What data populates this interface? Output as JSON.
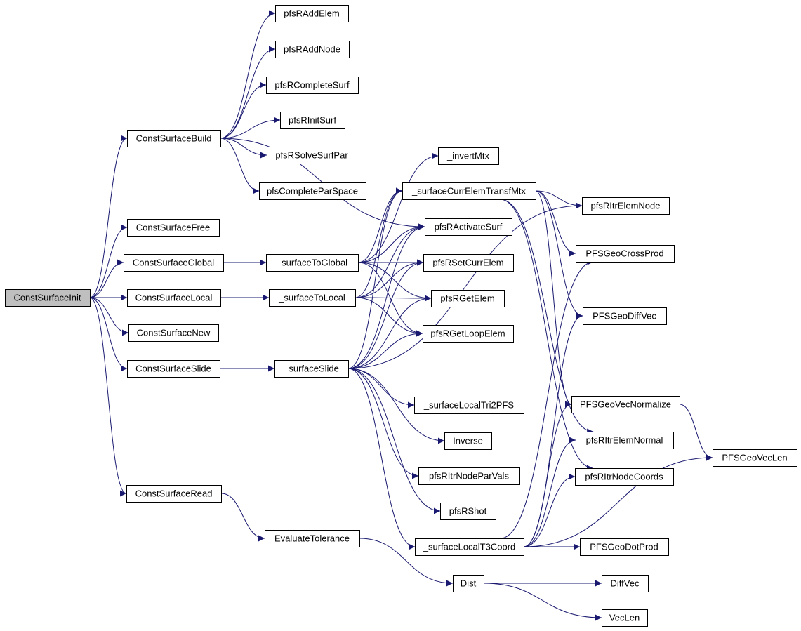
{
  "nodes": [
    {
      "id": "ConstSurfaceInit",
      "label": "ConstSurfaceInit",
      "root": true
    },
    {
      "id": "ConstSurfaceBuild",
      "label": "ConstSurfaceBuild"
    },
    {
      "id": "ConstSurfaceFree",
      "label": "ConstSurfaceFree"
    },
    {
      "id": "ConstSurfaceGlobal",
      "label": "ConstSurfaceGlobal"
    },
    {
      "id": "ConstSurfaceLocal",
      "label": "ConstSurfaceLocal"
    },
    {
      "id": "ConstSurfaceNew",
      "label": "ConstSurfaceNew"
    },
    {
      "id": "ConstSurfaceSlide",
      "label": "ConstSurfaceSlide"
    },
    {
      "id": "ConstSurfaceRead",
      "label": "ConstSurfaceRead"
    },
    {
      "id": "pfsRAddElem",
      "label": "pfsRAddElem"
    },
    {
      "id": "pfsRAddNode",
      "label": "pfsRAddNode"
    },
    {
      "id": "pfsRCompleteSurf",
      "label": "pfsRCompleteSurf"
    },
    {
      "id": "pfsRInitSurf",
      "label": "pfsRInitSurf"
    },
    {
      "id": "pfsRSolveSurfPar",
      "label": "pfsRSolveSurfPar"
    },
    {
      "id": "pfsCompleteParSpace",
      "label": "pfsCompleteParSpace"
    },
    {
      "id": "_surfaceToGlobal",
      "label": "_surfaceToGlobal"
    },
    {
      "id": "_surfaceToLocal",
      "label": "_surfaceToLocal"
    },
    {
      "id": "_surfaceSlide",
      "label": "_surfaceSlide"
    },
    {
      "id": "EvaluateTolerance",
      "label": "EvaluateTolerance"
    },
    {
      "id": "_invertMtx",
      "label": "_invertMtx"
    },
    {
      "id": "_surfaceCurrElemTransfMtx",
      "label": "_surfaceCurrElemTransfMtx"
    },
    {
      "id": "pfsRActivateSurf",
      "label": "pfsRActivateSurf"
    },
    {
      "id": "pfsRSetCurrElem",
      "label": "pfsRSetCurrElem"
    },
    {
      "id": "pfsRGetElem",
      "label": "pfsRGetElem"
    },
    {
      "id": "pfsRGetLoopElem",
      "label": "pfsRGetLoopElem"
    },
    {
      "id": "_surfaceLocalTri2PFS",
      "label": "_surfaceLocalTri2PFS"
    },
    {
      "id": "Inverse",
      "label": "Inverse"
    },
    {
      "id": "pfsRItrNodeParVals",
      "label": "pfsRItrNodeParVals"
    },
    {
      "id": "pfsRShot",
      "label": "pfsRShot"
    },
    {
      "id": "_surfaceLocalT3Coord",
      "label": "_surfaceLocalT3Coord"
    },
    {
      "id": "Dist",
      "label": "Dist"
    },
    {
      "id": "pfsRItrElemNode",
      "label": "pfsRItrElemNode"
    },
    {
      "id": "PFSGeoCrossProd",
      "label": "PFSGeoCrossProd"
    },
    {
      "id": "PFSGeoDiffVec",
      "label": "PFSGeoDiffVec"
    },
    {
      "id": "PFSGeoVecNormalize",
      "label": "PFSGeoVecNormalize"
    },
    {
      "id": "pfsRItrElemNormal",
      "label": "pfsRItrElemNormal"
    },
    {
      "id": "pfsRItrNodeCoords",
      "label": "pfsRItrNodeCoords"
    },
    {
      "id": "PFSGeoDotProd",
      "label": "PFSGeoDotProd"
    },
    {
      "id": "PFSGeoVecLen",
      "label": "PFSGeoVecLen"
    },
    {
      "id": "DiffVec",
      "label": "DiffVec"
    },
    {
      "id": "VecLen",
      "label": "VecLen"
    }
  ],
  "edges": [
    [
      "ConstSurfaceInit",
      "ConstSurfaceBuild"
    ],
    [
      "ConstSurfaceInit",
      "ConstSurfaceFree"
    ],
    [
      "ConstSurfaceInit",
      "ConstSurfaceGlobal"
    ],
    [
      "ConstSurfaceInit",
      "ConstSurfaceLocal"
    ],
    [
      "ConstSurfaceInit",
      "ConstSurfaceNew"
    ],
    [
      "ConstSurfaceInit",
      "ConstSurfaceSlide"
    ],
    [
      "ConstSurfaceInit",
      "ConstSurfaceRead"
    ],
    [
      "ConstSurfaceBuild",
      "pfsRAddElem"
    ],
    [
      "ConstSurfaceBuild",
      "pfsRAddNode"
    ],
    [
      "ConstSurfaceBuild",
      "pfsRCompleteSurf"
    ],
    [
      "ConstSurfaceBuild",
      "pfsRInitSurf"
    ],
    [
      "ConstSurfaceBuild",
      "pfsRSolveSurfPar"
    ],
    [
      "ConstSurfaceBuild",
      "pfsCompleteParSpace"
    ],
    [
      "ConstSurfaceBuild",
      "pfsRActivateSurf"
    ],
    [
      "ConstSurfaceGlobal",
      "_surfaceToGlobal"
    ],
    [
      "ConstSurfaceLocal",
      "_surfaceToLocal"
    ],
    [
      "ConstSurfaceSlide",
      "_surfaceSlide"
    ],
    [
      "ConstSurfaceRead",
      "EvaluateTolerance"
    ],
    [
      "_surfaceToGlobal",
      "_invertMtx"
    ],
    [
      "_surfaceToGlobal",
      "_surfaceCurrElemTransfMtx"
    ],
    [
      "_surfaceToGlobal",
      "pfsRActivateSurf"
    ],
    [
      "_surfaceToGlobal",
      "pfsRSetCurrElem"
    ],
    [
      "_surfaceToGlobal",
      "pfsRGetElem"
    ],
    [
      "_surfaceToGlobal",
      "pfsRGetLoopElem"
    ],
    [
      "_surfaceToLocal",
      "_surfaceCurrElemTransfMtx"
    ],
    [
      "_surfaceToLocal",
      "pfsRActivateSurf"
    ],
    [
      "_surfaceToLocal",
      "pfsRSetCurrElem"
    ],
    [
      "_surfaceToLocal",
      "pfsRGetElem"
    ],
    [
      "_surfaceToLocal",
      "pfsRGetLoopElem"
    ],
    [
      "_surfaceSlide",
      "_surfaceCurrElemTransfMtx"
    ],
    [
      "_surfaceSlide",
      "pfsRActivateSurf"
    ],
    [
      "_surfaceSlide",
      "pfsRSetCurrElem"
    ],
    [
      "_surfaceSlide",
      "pfsRGetElem"
    ],
    [
      "_surfaceSlide",
      "pfsRGetLoopElem"
    ],
    [
      "_surfaceSlide",
      "pfsRItrElemNode"
    ],
    [
      "_surfaceSlide",
      "_surfaceLocalTri2PFS"
    ],
    [
      "_surfaceSlide",
      "Inverse"
    ],
    [
      "_surfaceSlide",
      "pfsRItrNodeParVals"
    ],
    [
      "_surfaceSlide",
      "pfsRShot"
    ],
    [
      "_surfaceSlide",
      "_surfaceLocalT3Coord"
    ],
    [
      "EvaluateTolerance",
      "Dist"
    ],
    [
      "_surfaceCurrElemTransfMtx",
      "pfsRItrElemNode"
    ],
    [
      "_surfaceCurrElemTransfMtx",
      "PFSGeoCrossProd"
    ],
    [
      "_surfaceCurrElemTransfMtx",
      "PFSGeoDiffVec"
    ],
    [
      "_surfaceCurrElemTransfMtx",
      "PFSGeoVecNormalize"
    ],
    [
      "_surfaceCurrElemTransfMtx",
      "pfsRItrElemNormal"
    ],
    [
      "_surfaceCurrElemTransfMtx",
      "pfsRItrNodeCoords"
    ],
    [
      "_surfaceLocalT3Coord",
      "PFSGeoCrossProd"
    ],
    [
      "_surfaceLocalT3Coord",
      "PFSGeoDiffVec"
    ],
    [
      "_surfaceLocalT3Coord",
      "PFSGeoVecNormalize"
    ],
    [
      "_surfaceLocalT3Coord",
      "pfsRItrElemNormal"
    ],
    [
      "_surfaceLocalT3Coord",
      "pfsRItrNodeCoords"
    ],
    [
      "_surfaceLocalT3Coord",
      "PFSGeoDotProd"
    ],
    [
      "_surfaceLocalT3Coord",
      "PFSGeoVecLen"
    ],
    [
      "PFSGeoVecNormalize",
      "PFSGeoVecLen"
    ],
    [
      "Dist",
      "DiffVec"
    ],
    [
      "Dist",
      "VecLen"
    ]
  ],
  "colors": {
    "edge": "#191970",
    "root_fill": "#bfbfbf",
    "node_fill": "#ffffff",
    "node_border": "#000000"
  }
}
